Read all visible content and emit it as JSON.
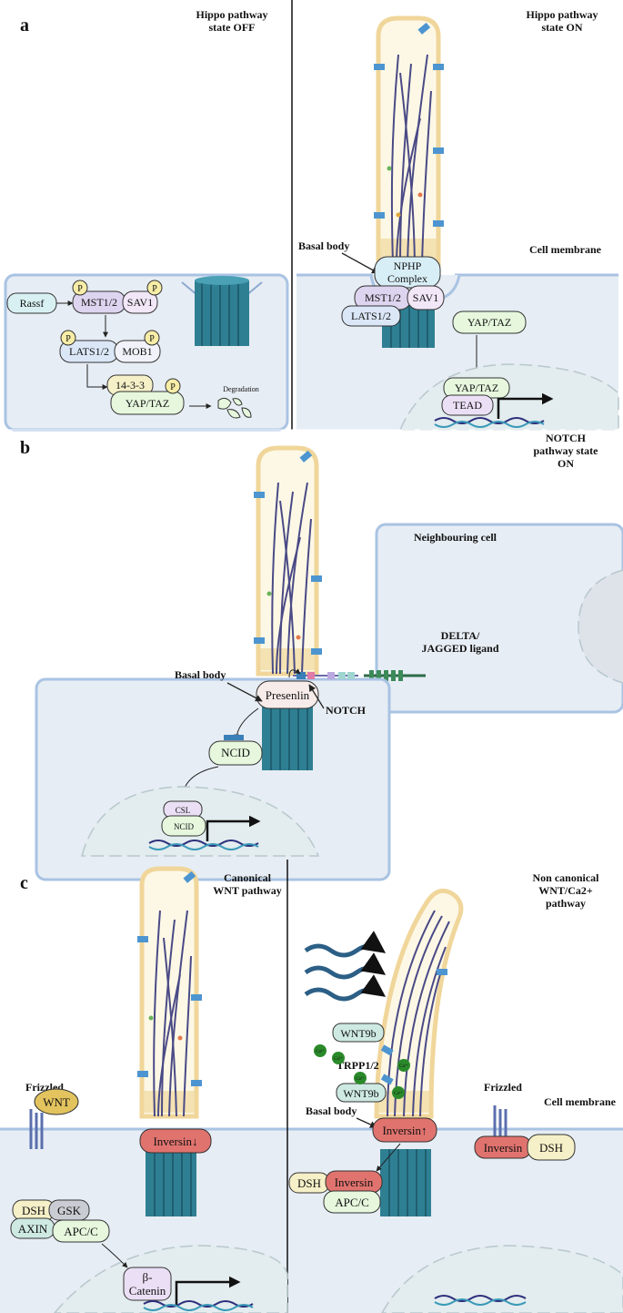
{
  "panels": {
    "a": {
      "letter": "a",
      "left_title": [
        "Hippo pathway",
        "state OFF"
      ],
      "right_title": [
        "Hippo pathway",
        "state ON"
      ],
      "cell_membrane": "Cell membrane",
      "basal_body": "Basal body",
      "off": {
        "rassf": "Rassf",
        "mst": "MST1/2",
        "sav": "SAV1",
        "lats": "LATS1/2",
        "mob": "MOB1",
        "p1433": "14-3-3",
        "yaptaz": "YAP/TAZ",
        "p": "P",
        "degradation": "Degradation"
      },
      "on": {
        "nphp": [
          "NPHP",
          "Complex"
        ],
        "mst": "MST1/2",
        "sav": "SAV1",
        "lats": "LATS1/2",
        "yaptaz": "YAP/TAZ",
        "yaptaz_nuc": "YAP/TAZ",
        "tead": "TEAD"
      }
    },
    "b": {
      "letter": "b",
      "title": [
        "NOTCH",
        "pathway state",
        "ON"
      ],
      "neighbouring": "Neighbouring cell",
      "ligand": [
        "DELTA/",
        "JAGGED ligand"
      ],
      "basal_body": "Basal body",
      "presenilin": "Presenlin",
      "notch": "NOTCH",
      "ncid": "NCID",
      "csl": "CSL",
      "ncid_nuc": "NCID"
    },
    "c": {
      "letter": "c",
      "left_title": [
        "Canonical",
        "WNT pathway"
      ],
      "right_title": [
        "Non canonical",
        "WNT/Ca2+",
        "pathway"
      ],
      "frizzled": "Frizzled",
      "wnt": "WNT",
      "inversin_down": "Inversin↓",
      "dsh": "DSH",
      "gsk": "GSK",
      "axin": "AXIN",
      "apcc": "APC/C",
      "beta": [
        "β-",
        "Catenin"
      ],
      "wnt9b_1": "WNT9b",
      "wnt9b_2": "WNT9b",
      "trpp": "TRPP1/2",
      "ca": "Ca²⁺",
      "basal_body": "Basal body",
      "inversin_up": "Inversin↑",
      "frizzled_r": "Frizzled",
      "cell_membrane": "Cell membrane",
      "inversin_r": "Inversin",
      "dsh_r": "DSH",
      "dsh_l": "DSH",
      "inversin_l": "Inversin",
      "apcc_r": "APC/C"
    }
  },
  "colors": {
    "cell": "#e7edf4",
    "membrane": "#a9c3e3",
    "cilium_fill": "#fdf8e6",
    "cilium_edge": "#f0d69a",
    "microtubule": "#4a4a86",
    "basal": "#2f7f93",
    "nucleus": "#e3ecee",
    "green_box": "#e6f7dd",
    "purple_box": "#ddd4ef",
    "blue_box": "#dbe7f7",
    "yellow_p": "#f7eda7",
    "red_box": "#e0736e",
    "teal_box": "#cde9e2",
    "dna": "#2c2f7c"
  }
}
